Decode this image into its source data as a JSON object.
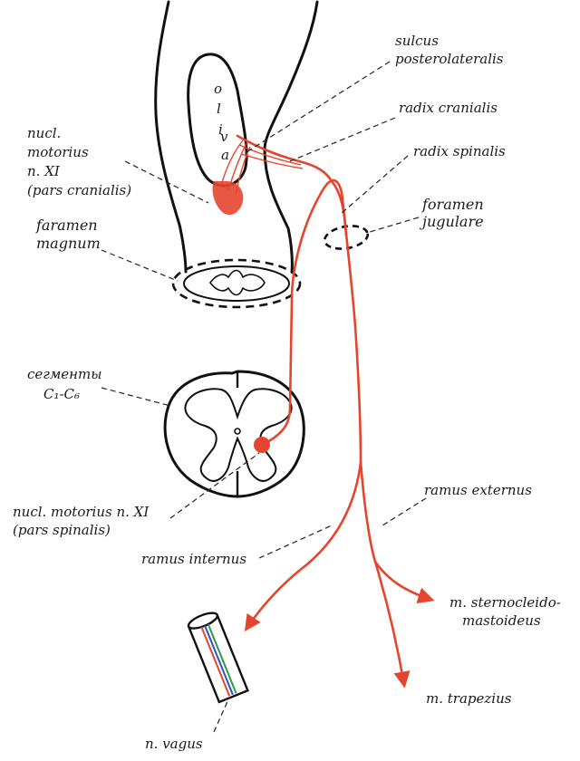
{
  "colors": {
    "nerve": "#e5452c",
    "outline": "#111111",
    "vagus_fibers": [
      "#e5452c",
      "#2a55c8",
      "#2e9a4a"
    ]
  },
  "labels": {
    "sulcus_line1": "sulcus",
    "sulcus_line2": "posterolateralis",
    "radix_cranialis": "radix cranialis",
    "radix_spinalis": "radix spinalis",
    "nucl_cran_line1": "nucl.",
    "nucl_cran_line2": "motorius",
    "nucl_cran_line3": "n. XI",
    "nucl_cran_line4": "(pars cranialis)",
    "foramen_jug_line1": "foramen",
    "foramen_jug_line2": "jugulare",
    "foramen_mag_line1": "faramen",
    "foramen_mag_line2": "magnum",
    "segments_line1": "сегменты",
    "segments_line2": "C₁-C₆",
    "nucl_sp_line1": "nucl. motorius n. XI",
    "nucl_sp_line2": "(pars spinalis)",
    "ramus_externus": "ramus externus",
    "ramus_internus": "ramus internus",
    "scm_line1": "m. sternocleido-",
    "scm_line2": "mastoideus",
    "trapezius": "m. trapezius",
    "vagus": "n. vagus"
  },
  "oliva_letters": [
    "o",
    "l",
    "i",
    "v",
    "a"
  ]
}
